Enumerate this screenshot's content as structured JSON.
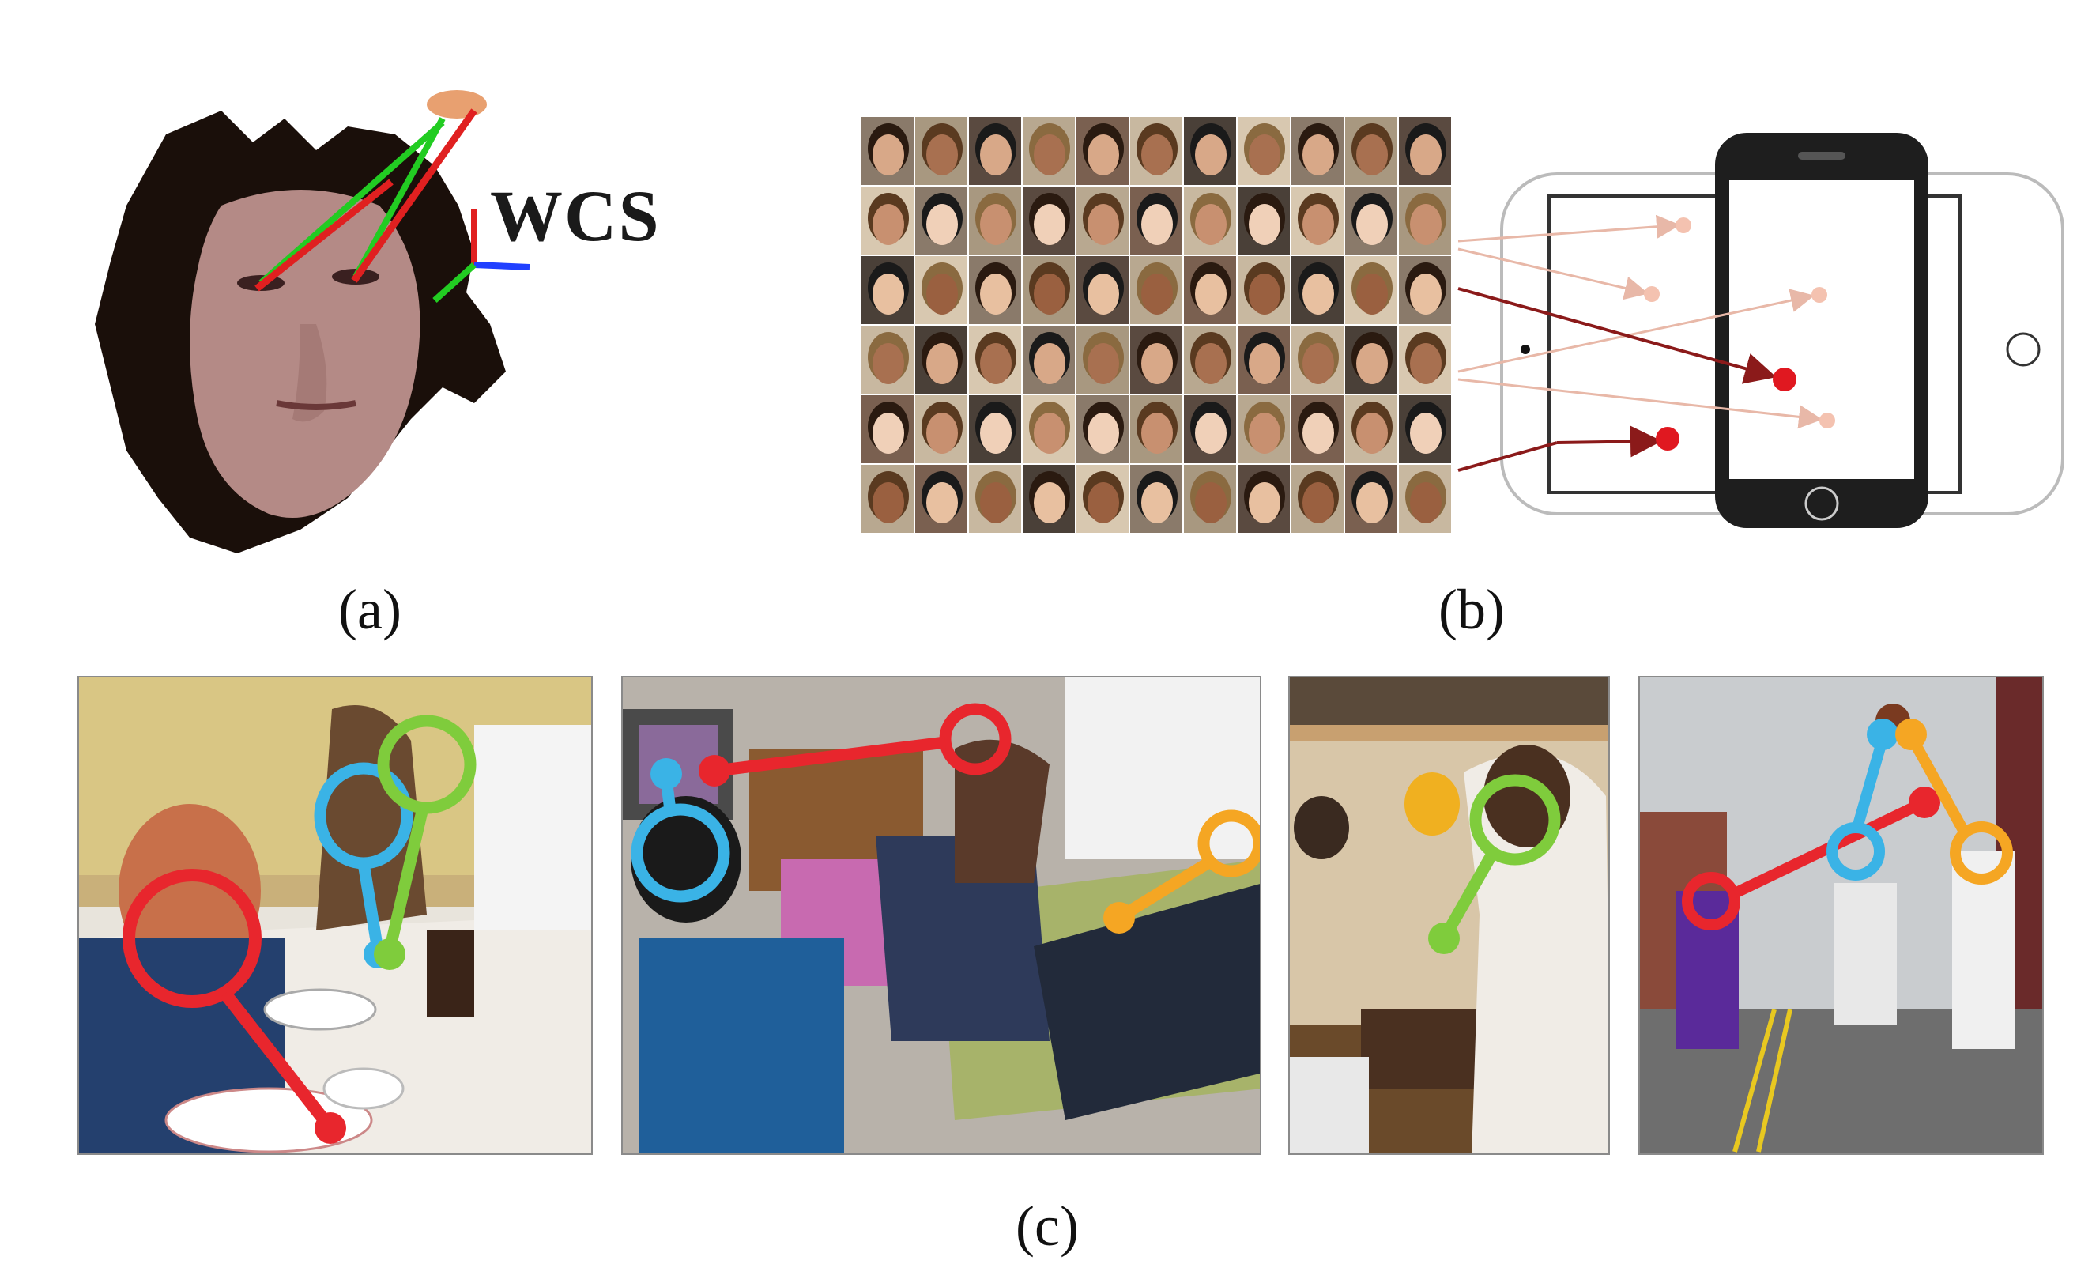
{
  "figure": {
    "panel_a": {
      "caption": "(a)",
      "axis_label": "WCS",
      "colors": {
        "gaze_red": "#e02020",
        "gaze_green": "#22cc22",
        "axis_blue": "#2040ff",
        "head_shape": "#1a0f0a"
      }
    },
    "panel_b": {
      "caption": "(b)",
      "face_grid": {
        "rows": 6,
        "cols": 11
      },
      "colors": {
        "strong_arrow": "#8b1a1a",
        "light_arrow": "#e8b8a8",
        "dot_red": "#e01820",
        "dot_light": "#f4c2b0",
        "phone_body": "#222222",
        "tablet_outline": "#bbbbbb"
      }
    },
    "panel_c": {
      "caption": "(c)",
      "colors": {
        "red": "#e8262d",
        "blue": "#3ab3e6",
        "green": "#7fcc3c",
        "orange": "#f5a623"
      }
    }
  }
}
